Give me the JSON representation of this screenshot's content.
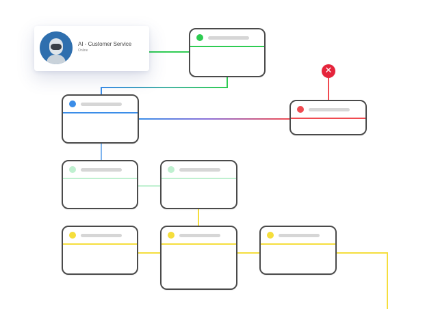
{
  "profile": {
    "name": "AI - Customer Service",
    "status": "Online",
    "avatar_icon": "robot-icon"
  },
  "colors": {
    "green": "#2ecc52",
    "blue": "#3b8de8",
    "red": "#f04a50",
    "mint": "#bff0d0",
    "yellow": "#f5de3c",
    "border": "#4a4a4a",
    "placeholder": "#d6d6d6",
    "error": "#e5243b"
  },
  "error_marker": {
    "icon": "close-icon",
    "glyph": "✕"
  },
  "nodes": [
    {
      "name": "node-green",
      "accent": "green"
    },
    {
      "name": "node-blue",
      "accent": "blue"
    },
    {
      "name": "node-red",
      "accent": "red"
    },
    {
      "name": "node-mint-left",
      "accent": "mint"
    },
    {
      "name": "node-mint-right",
      "accent": "mint"
    },
    {
      "name": "node-yellow-left",
      "accent": "yellow"
    },
    {
      "name": "node-yellow-center",
      "accent": "yellow"
    },
    {
      "name": "node-yellow-right",
      "accent": "yellow"
    }
  ]
}
